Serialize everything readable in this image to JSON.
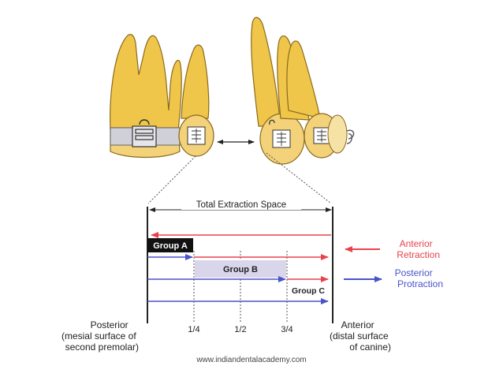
{
  "diagram": {
    "header_label": "Total Extraction Space",
    "groups": [
      {
        "label": "Group A"
      },
      {
        "label": "Group B"
      },
      {
        "label": "Group C"
      }
    ],
    "tick_labels": [
      "1/4",
      "1/2",
      "3/4"
    ],
    "left_caption": [
      "Posterior",
      "(mesial surface of",
      "second premolar)"
    ],
    "right_caption": [
      "Anterior",
      "(distal surface",
      "of canine)"
    ],
    "legend": {
      "retraction": [
        "Anterior",
        "Retraction"
      ],
      "protraction": [
        "Posterior",
        "Protraction"
      ]
    },
    "colors": {
      "tooth": "#f0c64a",
      "tooth_outline": "#8a6a1c",
      "retraction": "#e8434c",
      "protraction": "#4a54c8",
      "group_b_fill": "#d9d6ec",
      "group_a_fill": "#111111"
    }
  },
  "footer": "www.indiandentalacademy.com"
}
